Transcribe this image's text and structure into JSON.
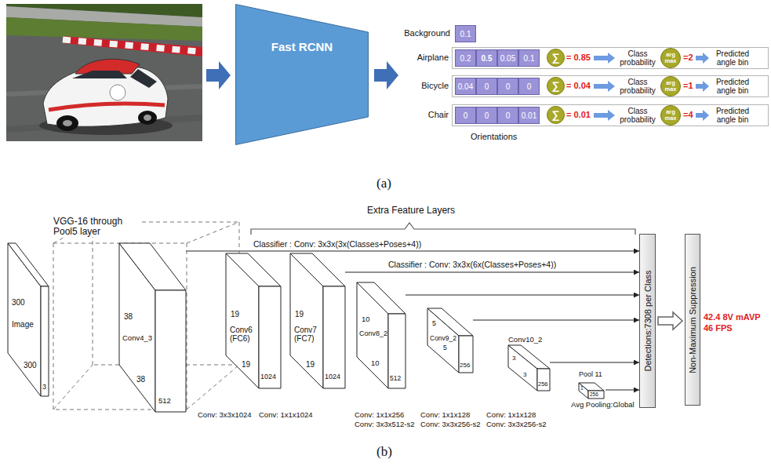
{
  "diagram": {
    "nodes": [
      {
        "text": [
          "Fast RCNN"
        ]
      },
      {
        "text": [
          "0.1"
        ]
      },
      {
        "text": [
          "Airplane",
          "= 0.85",
          "Class probability",
          "=2",
          "Predicted angle bin"
        ]
      },
      {
        "text": [
          "0.2"
        ],
        "in": 2
      },
      {
        "text": [
          "0.5"
        ],
        "in": 2
      },
      {
        "text": [
          "0.05"
        ],
        "in": 2
      },
      {
        "text": [
          "0.1"
        ],
        "in": 2
      },
      {
        "text": [
          "∑"
        ],
        "in": 2
      },
      {
        "text": [
          "arg max"
        ],
        "in": 2
      },
      {
        "text": [
          "Bicycle",
          "= 0.04",
          "Class probability",
          "=1",
          "Predicted angle bin"
        ]
      },
      {
        "text": [
          "0.04"
        ],
        "in": 9
      },
      {
        "text": [
          "0"
        ],
        "in": 9
      },
      {
        "text": [
          "0"
        ],
        "in": 9
      },
      {
        "text": [
          "0"
        ],
        "in": 9
      },
      {
        "text": [
          "∑"
        ],
        "in": 9
      },
      {
        "text": [
          "arg max"
        ],
        "in": 9
      },
      {
        "text": [
          "Chair",
          "= 0.01",
          "Class probability",
          "=4",
          "Predicted angle bin"
        ]
      },
      {
        "text": [
          "0"
        ],
        "in": 16
      },
      {
        "text": [
          "0"
        ],
        "in": 16
      },
      {
        "text": [
          "0"
        ],
        "in": 16
      },
      {
        "text": [
          "0.01"
        ],
        "in": 16
      },
      {
        "text": [
          "∑"
        ],
        "in": 16
      },
      {
        "text": [
          "arg max"
        ],
        "in": 16
      },
      {
        "text": [
          "300",
          "Image",
          "300",
          "3"
        ]
      },
      {
        "text": [
          "VGG-16 through Pool5 layer"
        ]
      },
      {
        "text": [
          "38",
          "Conv4_3",
          "38",
          "512"
        ],
        "in": 24
      },
      {
        "text": [
          "19",
          "Conv6 (FC6)",
          "19",
          "1024"
        ]
      },
      {
        "text": [
          "19",
          "Conv7 (FC7)",
          "19",
          "1024"
        ]
      },
      {
        "text": [
          "10",
          "Conv8_2",
          "10",
          "512"
        ]
      },
      {
        "text": [
          "5",
          "Conv9_2",
          "5",
          "256"
        ]
      },
      {
        "text": [
          "Conv10_2",
          "3",
          "3",
          "256"
        ]
      },
      {
        "text": [
          "Pool 11",
          "1",
          "256"
        ]
      },
      {
        "text": [
          "Detections:7308 per Class"
        ]
      },
      {
        "text": [
          "Non-Maximum Suppression"
        ]
      }
    ],
    "edges": [
      {
        "from": 25,
        "to": 32,
        "arrow": "to",
        "label": "Classifier : Conv: 3x3x(3x(Classes+Poses+4))"
      },
      {
        "from": 27,
        "to": 32,
        "arrow": "to",
        "label": "Classifier : Conv: 3x3x(6x(Classes+Poses+4))"
      },
      {
        "from": 28,
        "to": 32,
        "arrow": "to"
      },
      {
        "from": 29,
        "to": 32,
        "arrow": "to"
      },
      {
        "from": 30,
        "to": 32,
        "arrow": "to"
      },
      {
        "from": 31,
        "to": 32,
        "arrow": "to"
      },
      {
        "from": 32,
        "to": 33,
        "arrow": "to"
      }
    ],
    "labels": [
      "Background",
      "Orientations",
      "(a)",
      "Extra Feature Layers",
      "Conv: 3x3x1024",
      "Conv: 1x1x1024",
      "Conv: 1x1x256",
      "Conv: 3x3x512-s2",
      "Conv: 1x1x128",
      "Conv: 3x3x256-s2",
      "Conv: 1x1x128",
      "Conv: 3x3x256-s2",
      "Avg Pooling:Global",
      "42.4 8V mAVP",
      "46 FPS",
      "(b)"
    ]
  }
}
